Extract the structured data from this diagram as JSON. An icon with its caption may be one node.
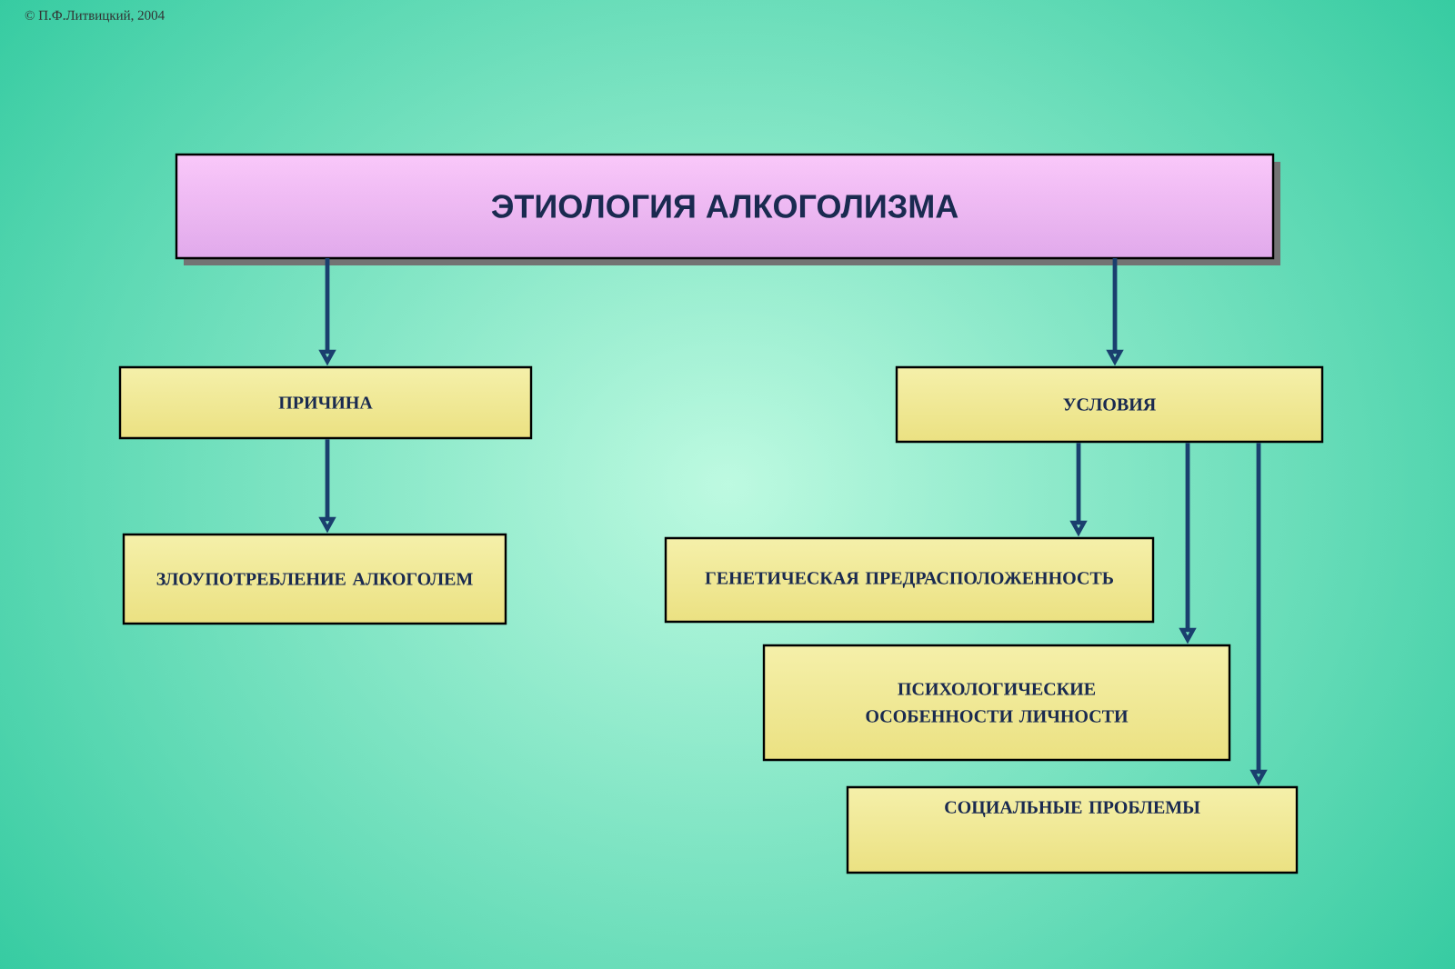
{
  "diagram": {
    "title": "ЭТИОЛОГИЯ  АЛКОГОЛИЗМА",
    "nodes": [
      {
        "text": [
          "ПРИЧИНА"
        ]
      },
      {
        "text": [
          "УСЛОВИЯ"
        ]
      },
      {
        "text": [
          "ЗЛОУПОТРЕБЛЕНИЕ АЛКОГОЛЕМ"
        ]
      },
      {
        "text": [
          "ГЕНЕТИЧЕСКАЯ ПРЕДРАСПОЛОЖЕННОСТЬ"
        ]
      },
      {
        "text": [
          "ПСИХОЛОГИЧЕСКИЕ ОСОБЕННОСТИ ЛИЧНОСТИ"
        ]
      },
      {
        "text": [
          "СОЦИАЛЬНЫЕ ПРОБЛЕМЫ"
        ]
      }
    ],
    "edges": [
      {
        "from": null,
        "to": 0,
        "arrow": "to"
      },
      {
        "from": null,
        "to": 1,
        "arrow": "to"
      },
      {
        "from": 0,
        "to": 2,
        "arrow": "to"
      },
      {
        "from": 1,
        "to": 3,
        "arrow": "to"
      },
      {
        "from": 1,
        "to": 4,
        "arrow": "to"
      },
      {
        "from": 1,
        "to": 5,
        "arrow": "to"
      }
    ],
    "labels": [
      "© П.Ф.Литвицкий, 2004"
    ]
  }
}
